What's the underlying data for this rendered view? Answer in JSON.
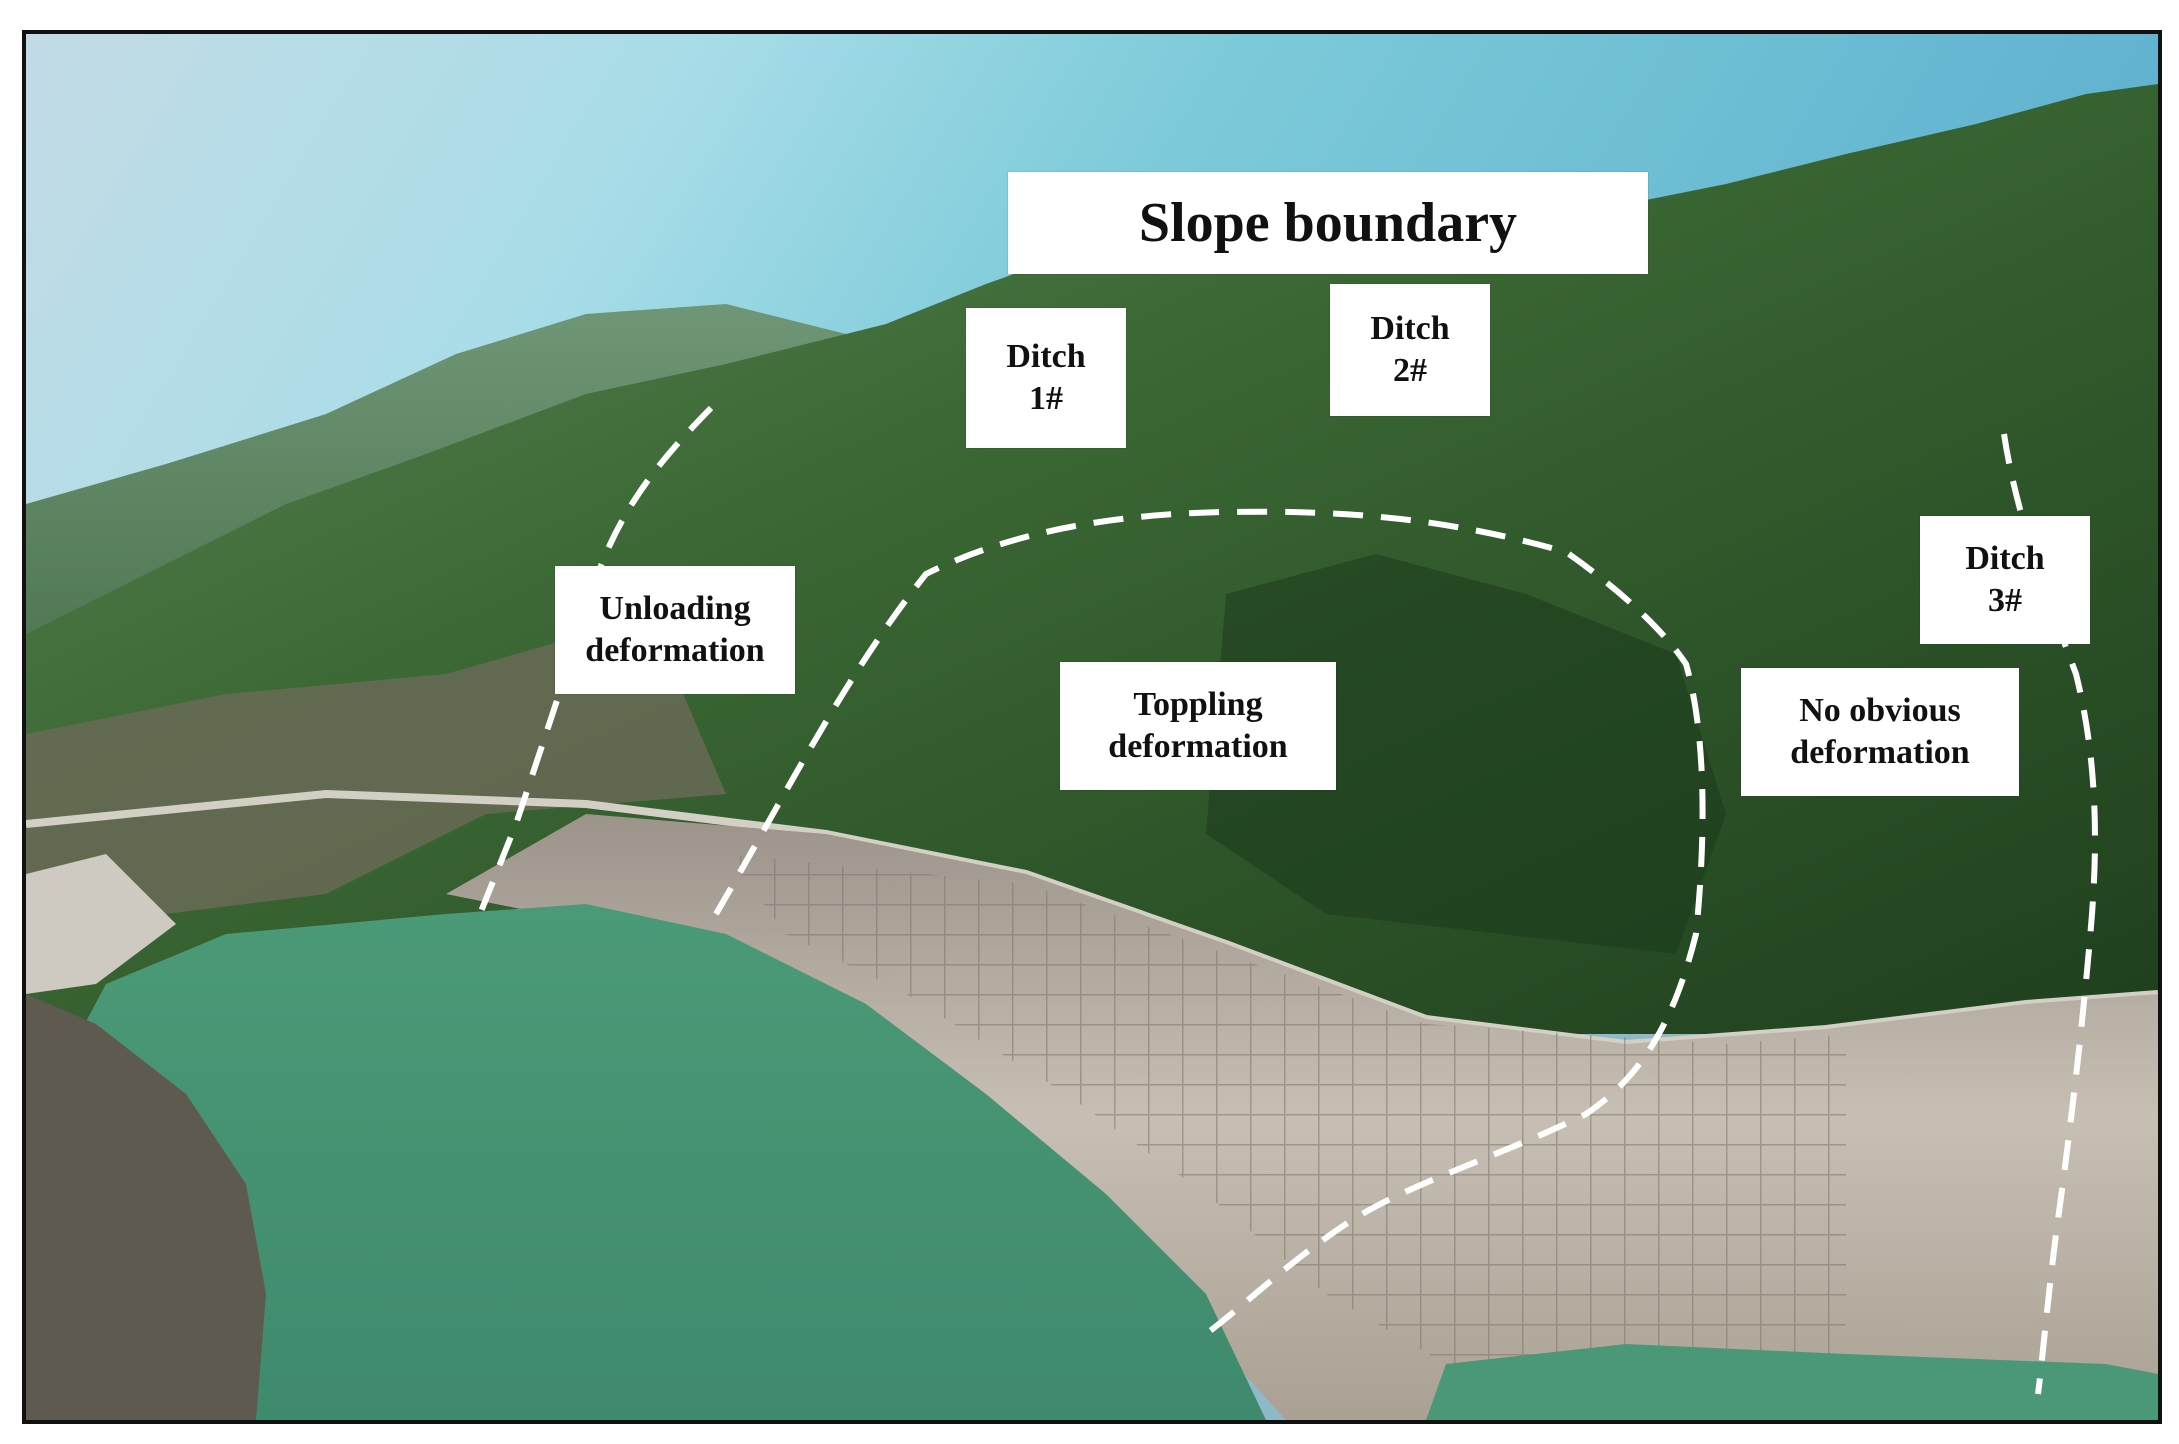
{
  "labels": {
    "slope_boundary": "Slope boundary",
    "ditch_1": {
      "line1": "Ditch",
      "line2": "1#"
    },
    "ditch_2": {
      "line1": "Ditch",
      "line2": "2#"
    },
    "ditch_3": {
      "line1": "Ditch",
      "line2": "3#"
    },
    "unloading": {
      "line1": "Unloading",
      "line2": "deformation"
    },
    "toppling": {
      "line1": "Toppling",
      "line2": "deformation"
    },
    "no_obvious": {
      "line1": "No obvious",
      "line2": "deformation"
    }
  },
  "colors": {
    "sky": "#9fd3e3",
    "forest": "#2f5a2a",
    "slope_rock": "#b8b0a4",
    "reservoir": "#4d9a78",
    "boundary_line": "#ffffff",
    "frame": "#111111"
  }
}
